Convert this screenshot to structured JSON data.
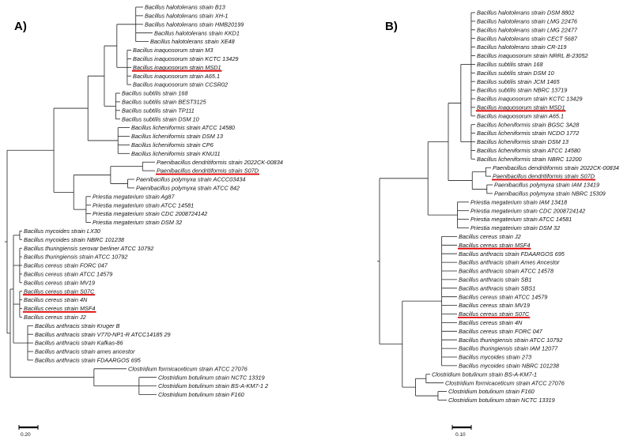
{
  "panels": [
    {
      "label": "A)",
      "scale": "0.20",
      "tree": {
        "c": [
          {
            "c": [
              {
                "c": [
                  {
                    "c": [
                      {
                        "c": [
                          {
                            "c": [
                              {
                                "t": "Bacillus halotolerans strain B13"
                              },
                              {
                                "t": "Bacillus halotolerans strain XH-1"
                              },
                              {
                                "t": "Bacillus halotolerans strain HMB20199"
                              },
                              {
                                "t": "Bacillus halotolerans strain KKD1"
                              },
                              {
                                "t": "Bacillus halotolerans strain XE48"
                              }
                            ]
                          },
                          {
                            "c": [
                              {
                                "t": "Bacillus inaquosorum strain M3"
                              },
                              {
                                "t": "Bacillus inaquosorum strain KCTC 13429"
                              },
                              {
                                "t": "Bacillus inaquosorum strain MSD1",
                                "hl": true
                              },
                              {
                                "t": "Bacillus inaquosorum strain A65.1"
                              },
                              {
                                "t": "Bacillus inaquosorum strain CCSR02"
                              }
                            ]
                          }
                        ]
                      },
                      {
                        "c": [
                          {
                            "t": "Bacillus subtilis strain 168"
                          },
                          {
                            "t": "Bacillus subtilis strain BEST3125"
                          },
                          {
                            "t": "Bacillus subtilis strain TP111"
                          },
                          {
                            "t": "Bacillus subtilis strain DSM 10"
                          }
                        ]
                      }
                    ]
                  },
                  {
                    "c": [
                      {
                        "t": "Bacillus licheniformis strain ATCC 14580"
                      },
                      {
                        "t": "Bacillus licheniformis strain DSM 13"
                      },
                      {
                        "t": "Bacillus licheniformis strain CP6"
                      },
                      {
                        "t": "Bacillus licheniformis strain KNU11"
                      }
                    ]
                  }
                ]
              },
              {
                "c": [
                  {
                    "c": [
                      {
                        "c": [
                          {
                            "t": "Paenibacillus dendritiformis strain 2022CK-00834"
                          },
                          {
                            "t": "Paenibacillus dendritiformis strain S07D",
                            "hl": true
                          }
                        ]
                      },
                      {
                        "c": [
                          {
                            "t": "Paenibacillus polymyxa strain ACCC03434"
                          },
                          {
                            "t": "Paenibacillus polymyxa strain ATCC 842"
                          }
                        ]
                      }
                    ]
                  },
                  {
                    "c": [
                      {
                        "t": "Priestia megaterium strain Ag87"
                      },
                      {
                        "t": "Priestia megaterium strain ATCC 14581"
                      },
                      {
                        "t": "Priestia megaterium strain CDC 2008724142"
                      },
                      {
                        "t": "Priestia megaterium strain DSM 32"
                      }
                    ]
                  }
                ]
              }
            ]
          },
          {
            "c": [
              {
                "c": [
                  {
                    "c": [
                      {
                        "t": "Bacillus mycoides strain LX30"
                      },
                      {
                        "t": "Bacillus mycoides strain NBRC 101238"
                      }
                    ]
                  },
                  {
                    "c": [
                      {
                        "t": "Bacillus thuringiensis serovar berliner ATCC 10792"
                      },
                      {
                        "t": "Bacillus thuringiensis strain ATCC 10792"
                      },
                      {
                        "t": "Bacillus cereus strain FORC 047"
                      },
                      {
                        "t": "Bacillus cereus strain ATCC 14579"
                      },
                      {
                        "t": "Bacillus cereus strain MV19"
                      }
                    ]
                  },
                  {
                    "c": [
                      {
                        "t": "Bacillus cereus strain S07C",
                        "hl": true
                      },
                      {
                        "t": "Bacillus cereus strain 4N"
                      },
                      {
                        "t": "Bacillus cereus strain MSF4",
                        "hl": true
                      },
                      {
                        "t": "Bacillus cereus strain J2"
                      }
                    ]
                  },
                  {
                    "c": [
                      {
                        "t": "Bacillus anthracis strain Kruger B"
                      },
                      {
                        "t": "Bacillus anthracis strain V770-NP1-R ATCC14185 29"
                      },
                      {
                        "t": "Bacillus anthracis strain Kafkas-86"
                      },
                      {
                        "t": "Bacillus anthracis strain ames ancestor"
                      },
                      {
                        "t": "Bacillus anthracis strain FDAARGOS 695"
                      }
                    ]
                  }
                ]
              },
              {
                "c": [
                  {
                    "t": "Clostridium formicaceticum strain ATCC 27076"
                  },
                  {
                    "c": [
                      {
                        "t": "Clostridium botulinum strain NCTC 13319"
                      },
                      {
                        "t": "Clostridium botulinum strain BS-A-KM7-1 2"
                      },
                      {
                        "t": "Clostridium botulinum strain F160"
                      }
                    ]
                  }
                ]
              }
            ]
          }
        ]
      }
    },
    {
      "label": "B)",
      "scale": "0.10",
      "tree": {
        "c": [
          {
            "c": [
              {
                "c": [
                  {
                    "c": [
                      {
                        "c": [
                          {
                            "t": "Bacillus halotolerans strain DSM 8802"
                          },
                          {
                            "t": "Bacillus halotolerans strain LMG 22476"
                          },
                          {
                            "t": "Bacillus halotolerans strain LMG 22477"
                          },
                          {
                            "t": "Bacillus halotolerans strain CECT 5687"
                          },
                          {
                            "t": "Bacillus halotolerans strain CR-119"
                          },
                          {
                            "t": "Bacillus inaquosorum strain NRRL B-23052"
                          },
                          {
                            "t": "Bacillus subtilis strain 168"
                          },
                          {
                            "t": "Bacillus subtilis strain DSM 10"
                          },
                          {
                            "t": "Bacillus subtilis strain JCM 1465"
                          },
                          {
                            "t": "Bacillus subtilis strain NBRC 13719"
                          },
                          {
                            "t": "Bacillus inaquosorum strain KCTC 13429"
                          },
                          {
                            "t": "Bacillus inaquosorum strain MSD1",
                            "hl": true
                          },
                          {
                            "t": "Bacillus inaquosorum strain A65.1"
                          }
                        ]
                      },
                      {
                        "c": [
                          {
                            "t": "Bacillus licheniformis strain BGSC 3A28"
                          },
                          {
                            "t": "Bacillus licheniformis strain NCDO 1772"
                          },
                          {
                            "t": "Bacillus licheniformis strain DSM 13"
                          },
                          {
                            "t": "Bacillus licheniformis strain ATCC 14580"
                          },
                          {
                            "t": "Bacillus licheniformis strain NBRC 12200"
                          }
                        ]
                      }
                    ]
                  },
                  {
                    "c": [
                      {
                        "c": [
                          {
                            "t": "Paenibacillus dendritiformis strain 2022CK-00834"
                          },
                          {
                            "t": "Paenibacillus dendritiformis strain S07D",
                            "hl": true
                          }
                        ]
                      },
                      {
                        "c": [
                          {
                            "t": "Paenibacillus polymyxa strain IAM 13419"
                          },
                          {
                            "t": "Paenibacillus polymyxa strain NBRC 15309"
                          }
                        ]
                      }
                    ]
                  }
                ]
              },
              {
                "c": [
                  {
                    "t": "Priestia megaterium strain IAM 13418"
                  },
                  {
                    "t": "Priestia megaterium strain CDC 2008724142"
                  },
                  {
                    "t": "Priestia megaterium strain ATCC 14581"
                  },
                  {
                    "t": "Priestia megaterium strain DSM 32"
                  }
                ]
              }
            ]
          },
          {
            "c": [
              {
                "c": [
                  {
                    "t": "Bacillus cereus strain J2"
                  },
                  {
                    "t": "Bacillus cereus strain MSF4",
                    "hl": true
                  },
                  {
                    "t": "Bacillus anthracis strain FDAARGOS 695"
                  },
                  {
                    "t": "Bacillus anthracis strain Ames Ancestor"
                  },
                  {
                    "t": "Bacillus anthracis strain ATCC 14578"
                  },
                  {
                    "t": "Bacillus anthracis strain SB1"
                  },
                  {
                    "t": "Bacillus anthracis strain SBS1"
                  },
                  {
                    "t": "Bacillus cereus strain ATCC 14579"
                  },
                  {
                    "t": "Bacillus cereus strain MV19"
                  },
                  {
                    "t": "Bacillus cereus strain S07C",
                    "hl": true
                  },
                  {
                    "t": "Bacillus cereus strain 4N"
                  },
                  {
                    "t": "Bacillus cereus strain FORC 047"
                  },
                  {
                    "t": "Bacillus thuringiensis strain ATCC 10792"
                  },
                  {
                    "t": "Bacillus thuringiensis strain IAM 12077"
                  },
                  {
                    "t": "Bacillus mycoides strain 273"
                  },
                  {
                    "t": "Bacillus mycoides strain NBRC 101238"
                  }
                ]
              },
              {
                "c": [
                  {
                    "c": [
                      {
                        "t": "Clostridium botulinum strain BS-A-KM7-1"
                      },
                      {
                        "t": "Clostridium formicaceticum strain ATCC 27076"
                      }
                    ]
                  },
                  {
                    "c": [
                      {
                        "t": "Clostridium botulinum strain F160"
                      },
                      {
                        "t": "Clostridium botulinum strain NCTC 13319"
                      }
                    ]
                  }
                ]
              }
            ]
          }
        ]
      }
    }
  ],
  "colors": {
    "line": "#222222",
    "highlight": "#e00000",
    "text": "#111111"
  }
}
